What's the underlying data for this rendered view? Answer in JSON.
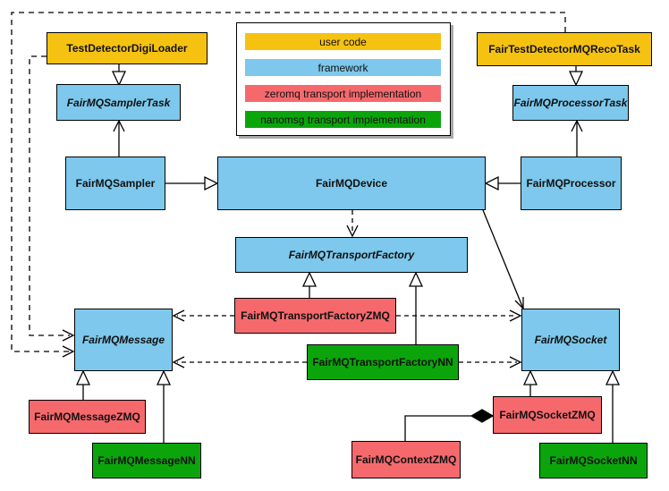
{
  "diagram": {
    "kind": "uml-class-diagram",
    "colors": {
      "user": "#F5C211",
      "framework": "#7DC8EC",
      "zeromq": "#F5696D",
      "nanomsg": "#0BA50B",
      "line": "#000000",
      "background": "#FFFFFF"
    },
    "legend": {
      "items": [
        {
          "label": "user code",
          "type": "user"
        },
        {
          "label": "framework",
          "type": "framework"
        },
        {
          "label": "zeromq transport implementation",
          "type": "zeromq"
        },
        {
          "label": "nanomsg transport implementation",
          "type": "nanomsg"
        }
      ]
    },
    "nodes": [
      {
        "id": "test-detector-digi-loader",
        "label": "TestDetectorDigiLoader",
        "type": "user",
        "abstract": false
      },
      {
        "id": "fair-test-detector-mq-reco-task",
        "label": "FairTestDetectorMQRecoTask",
        "type": "user",
        "abstract": false
      },
      {
        "id": "fairmq-sampler-task",
        "label": "FairMQSamplerTask",
        "type": "framework",
        "abstract": true
      },
      {
        "id": "fairmq-processor-task",
        "label": "FairMQProcessorTask",
        "type": "framework",
        "abstract": true
      },
      {
        "id": "fairmq-sampler",
        "label": "FairMQSampler",
        "type": "framework",
        "abstract": false
      },
      {
        "id": "fairmq-device",
        "label": "FairMQDevice",
        "type": "framework",
        "abstract": false
      },
      {
        "id": "fairmq-processor",
        "label": "FairMQProcessor",
        "type": "framework",
        "abstract": false
      },
      {
        "id": "fairmq-transport-factory",
        "label": "FairMQTransportFactory",
        "type": "framework",
        "abstract": true
      },
      {
        "id": "fairmq-transport-factory-zmq",
        "label": "FairMQTransportFactoryZMQ",
        "type": "zeromq",
        "abstract": false
      },
      {
        "id": "fairmq-transport-factory-nn",
        "label": "FairMQTransportFactoryNN",
        "type": "nanomsg",
        "abstract": false
      },
      {
        "id": "fairmq-message",
        "label": "FairMQMessage",
        "type": "framework",
        "abstract": true
      },
      {
        "id": "fairmq-socket",
        "label": "FairMQSocket",
        "type": "framework",
        "abstract": true
      },
      {
        "id": "fairmq-message-zmq",
        "label": "FairMQMessageZMQ",
        "type": "zeromq",
        "abstract": false
      },
      {
        "id": "fairmq-message-nn",
        "label": "FairMQMessageNN",
        "type": "nanomsg",
        "abstract": false
      },
      {
        "id": "fairmq-context-zmq",
        "label": "FairMQContextZMQ",
        "type": "zeromq",
        "abstract": false
      },
      {
        "id": "fairmq-socket-zmq",
        "label": "FairMQSocketZMQ",
        "type": "zeromq",
        "abstract": false
      },
      {
        "id": "fairmq-socket-nn",
        "label": "FairMQSocketNN",
        "type": "nanomsg",
        "abstract": false
      }
    ],
    "edges": [
      {
        "from": "test-detector-digi-loader",
        "to": "fairmq-sampler-task",
        "kind": "inheritance"
      },
      {
        "from": "fair-test-detector-mq-reco-task",
        "to": "fairmq-processor-task",
        "kind": "inheritance"
      },
      {
        "from": "fairmq-sampler",
        "to": "fairmq-device",
        "kind": "inheritance"
      },
      {
        "from": "fairmq-processor",
        "to": "fairmq-device",
        "kind": "inheritance"
      },
      {
        "from": "fairmq-transport-factory-zmq",
        "to": "fairmq-transport-factory",
        "kind": "inheritance"
      },
      {
        "from": "fairmq-transport-factory-nn",
        "to": "fairmq-transport-factory",
        "kind": "inheritance"
      },
      {
        "from": "fairmq-message-zmq",
        "to": "fairmq-message",
        "kind": "inheritance"
      },
      {
        "from": "fairmq-message-nn",
        "to": "fairmq-message",
        "kind": "inheritance"
      },
      {
        "from": "fairmq-socket-zmq",
        "to": "fairmq-socket",
        "kind": "inheritance"
      },
      {
        "from": "fairmq-socket-nn",
        "to": "fairmq-socket",
        "kind": "inheritance"
      },
      {
        "from": "fairmq-sampler",
        "to": "fairmq-sampler-task",
        "kind": "association"
      },
      {
        "from": "fairmq-processor",
        "to": "fairmq-processor-task",
        "kind": "association"
      },
      {
        "from": "fairmq-device",
        "to": "fairmq-socket",
        "kind": "association"
      },
      {
        "from": "fairmq-device",
        "to": "fairmq-transport-factory",
        "kind": "dependency"
      },
      {
        "from": "test-detector-digi-loader",
        "to": "fairmq-message",
        "kind": "dependency"
      },
      {
        "from": "fair-test-detector-mq-reco-task",
        "to": "fairmq-message",
        "kind": "dependency"
      },
      {
        "from": "fairmq-transport-factory-zmq",
        "to": "fairmq-message",
        "kind": "dependency"
      },
      {
        "from": "fairmq-transport-factory-zmq",
        "to": "fairmq-socket",
        "kind": "dependency"
      },
      {
        "from": "fairmq-transport-factory-nn",
        "to": "fairmq-message",
        "kind": "dependency"
      },
      {
        "from": "fairmq-transport-factory-nn",
        "to": "fairmq-socket",
        "kind": "dependency"
      },
      {
        "from": "fairmq-socket-zmq",
        "to": "fairmq-context-zmq",
        "kind": "composition"
      }
    ]
  }
}
